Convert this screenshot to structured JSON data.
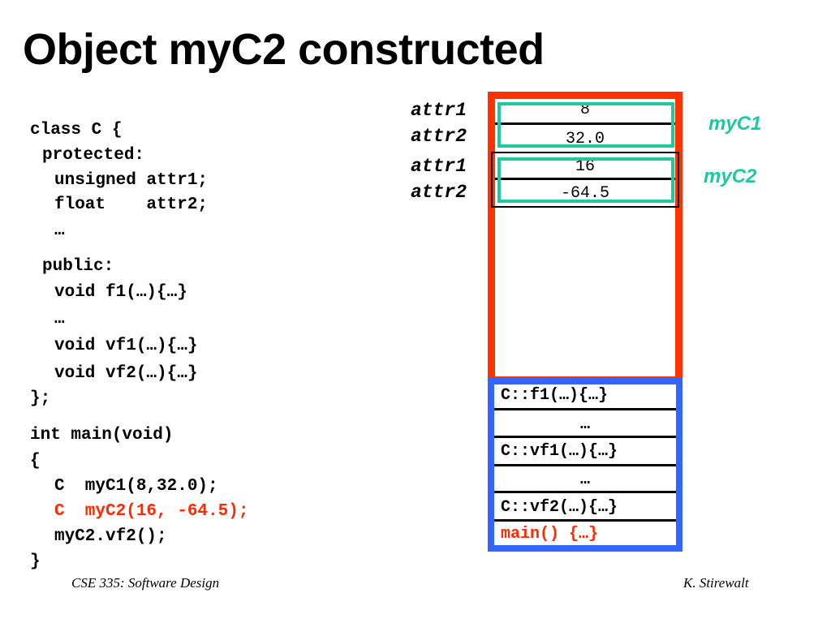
{
  "title": "Object myC2 constructed",
  "code": {
    "class_decl": "class C {",
    "protected": "protected:",
    "attr1_decl": "unsigned attr1;",
    "attr2_decl": "float    attr2;",
    "ellipsis1": "…",
    "public": "public:",
    "f1": "void f1(…){…}",
    "ellipsis2": "…",
    "vf1": "void vf1(…){…}",
    "vf2": "void vf2(…){…}",
    "class_end": "};",
    "main_sig": "int main(void)",
    "open_brace": "{",
    "stmt1": "C  myC1(8,32.0);",
    "stmt2": "C  myC2(16, -64.5);",
    "stmt3": "myC2.vf2();",
    "close_brace": "}"
  },
  "memory": {
    "labels": [
      "attr1",
      "attr2",
      "attr1",
      "attr2"
    ],
    "myC1": {
      "name": "myC1",
      "attr1": "8",
      "attr2": "32.0"
    },
    "myC2": {
      "name": "myC2",
      "attr1": "16",
      "attr2": "-64.5"
    },
    "code_rows": [
      "C::f1(…){…}",
      "…",
      "C::vf1(…){…}",
      "…",
      "C::vf2(…){…}",
      "main() {…}"
    ]
  },
  "footer": {
    "left": "CSE 335: Software Design",
    "right": "K. Stirewalt"
  },
  "colors": {
    "stack_border": "#ff3300",
    "code_border": "#3366ff",
    "object_border": "#1ec9a0",
    "highlight_text": "#ff2a00"
  }
}
